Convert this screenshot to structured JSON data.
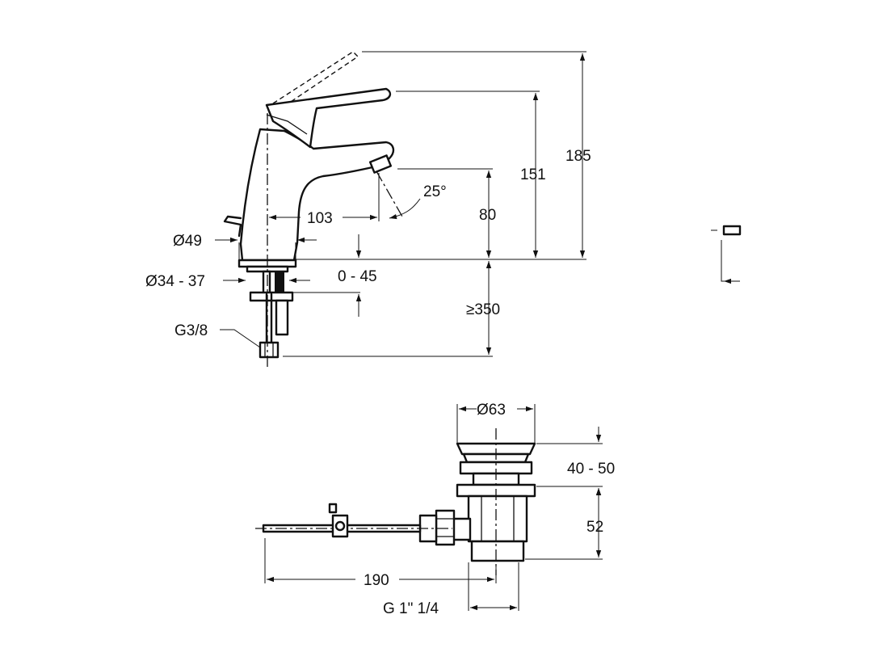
{
  "colors": {
    "line": "#111111",
    "background": "#ffffff"
  },
  "faucet": {
    "dim_height_total": "185",
    "dim_height_lever": "151",
    "dim_spout_height": "80",
    "dim_spout_reach": "103",
    "dim_angle": "25°",
    "dim_base_diameter": "Ø49",
    "dim_hole_diameter": "Ø34 - 37",
    "dim_deck_thickness": "0 - 45",
    "dim_hose_length": "≥350",
    "dim_connection": "G3/8"
  },
  "drain": {
    "dim_cap_diameter": "Ø63",
    "dim_cap_travel": "40 - 50",
    "dim_body_height": "52",
    "dim_rod_length": "190",
    "dim_thread": "G 1\" 1/4"
  }
}
